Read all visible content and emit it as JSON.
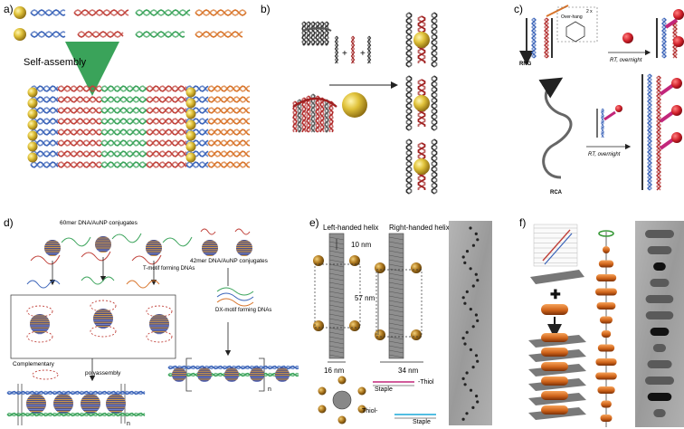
{
  "panels": {
    "a": {
      "label": "a)",
      "arrow_text": "Self-assembly"
    },
    "b": {
      "label": "b)",
      "plus": "+"
    },
    "c": {
      "label": "c)",
      "overhang": "Over-hang",
      "twox": "2 x",
      "rng": "RNG",
      "rca": "RCA",
      "cond1": "RT, overnight",
      "cond2": "RT, overnight"
    },
    "d": {
      "label": "d)",
      "title_60": "60mer DNA/AuNP conjugates",
      "title_42": "42mer DNA/AuNP conjugates",
      "tmotif": "T-motif forming DNAs",
      "dxmotif": "DX-motif forming DNAs",
      "complementary": "Complementary",
      "polyassembly": "polyassembly",
      "n1": "n",
      "n2": "n"
    },
    "e": {
      "label": "e)",
      "left_helix": "Left-handed helix",
      "right_helix": "Right-handed helix",
      "dim_10": "10 nm",
      "dim_57": "57 nm",
      "dim_16": "16 nm",
      "dim_34": "34 nm",
      "staple1": "Staple",
      "thiol1": "-Thiol",
      "thiol2": "Thiol-",
      "staple2": "Staple"
    },
    "f": {
      "label": "f)"
    }
  },
  "colors": {
    "gold": "#c9a52a",
    "gold_dark": "#8a6a10",
    "blue": "#3a63b8",
    "red": "#c0413a",
    "green": "#3aa35a",
    "orange": "#d8742a",
    "magenta": "#c2267a",
    "dark": "#444444"
  }
}
